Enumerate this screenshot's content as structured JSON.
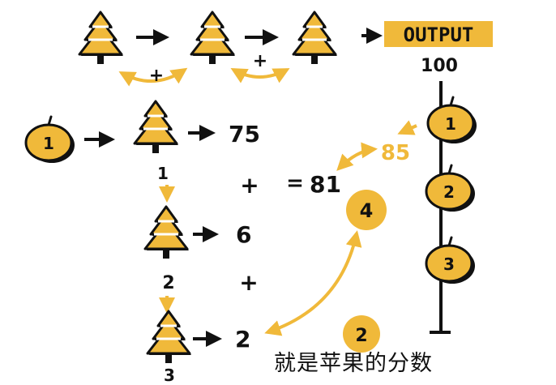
{
  "colors": {
    "accent": "#f0b93a",
    "ink": "#111111",
    "paper": "#ffffff"
  },
  "icons": [
    "tree-icon",
    "apple-icon",
    "arrow-icon",
    "score-circle-icon"
  ],
  "top_row": {
    "output_label": "OUTPUT",
    "plus_1": "+",
    "plus_2": "+"
  },
  "chain": {
    "apple_label": "1",
    "tree_1_index": "1",
    "tree_2_index": "2",
    "tree_3_index": "3",
    "value_1": "75",
    "value_2": "6",
    "value_3": "2",
    "plus_1": "+",
    "plus_2": "+",
    "sum_equals": "=",
    "sum_value": "81"
  },
  "scale": {
    "top_label": "100",
    "apple_1": "1",
    "apple_2": "2",
    "apple_3": "3",
    "target_value": "85"
  },
  "residuals": {
    "circle_1": "4",
    "circle_2": "2"
  },
  "caption": "就是苹果的分数"
}
